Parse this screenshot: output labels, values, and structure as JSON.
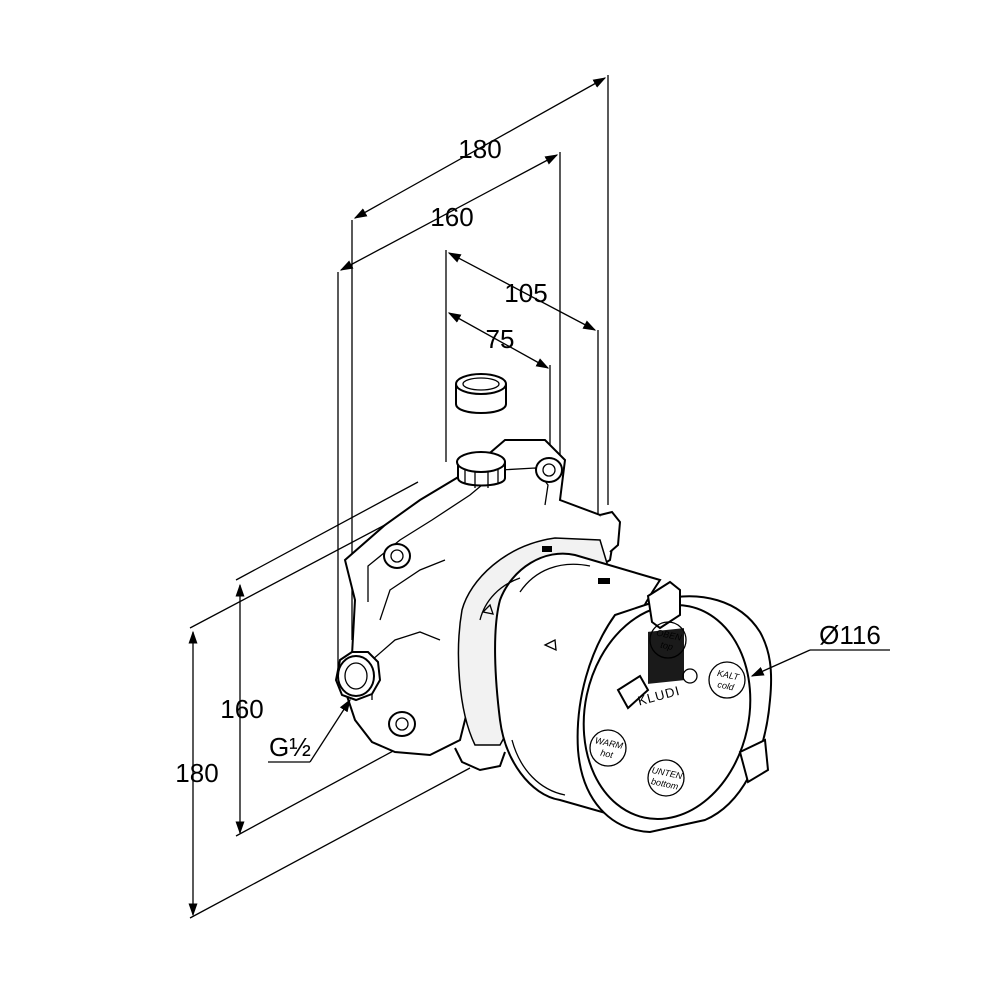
{
  "dimensions": {
    "top_overall": "180",
    "top_inner": "160",
    "offset_large": "105",
    "offset_small": "75",
    "left_inner": "160",
    "left_overall": "180",
    "diameter": "Ø116",
    "thread": "G½"
  },
  "labels": {
    "brand": "KLUDI",
    "oben": "OBEN",
    "top": "top",
    "kalt": "KALT",
    "cold": "cold",
    "warm": "WARM",
    "hot": "hot",
    "unten": "UNTEN",
    "bottom": "bottom"
  }
}
